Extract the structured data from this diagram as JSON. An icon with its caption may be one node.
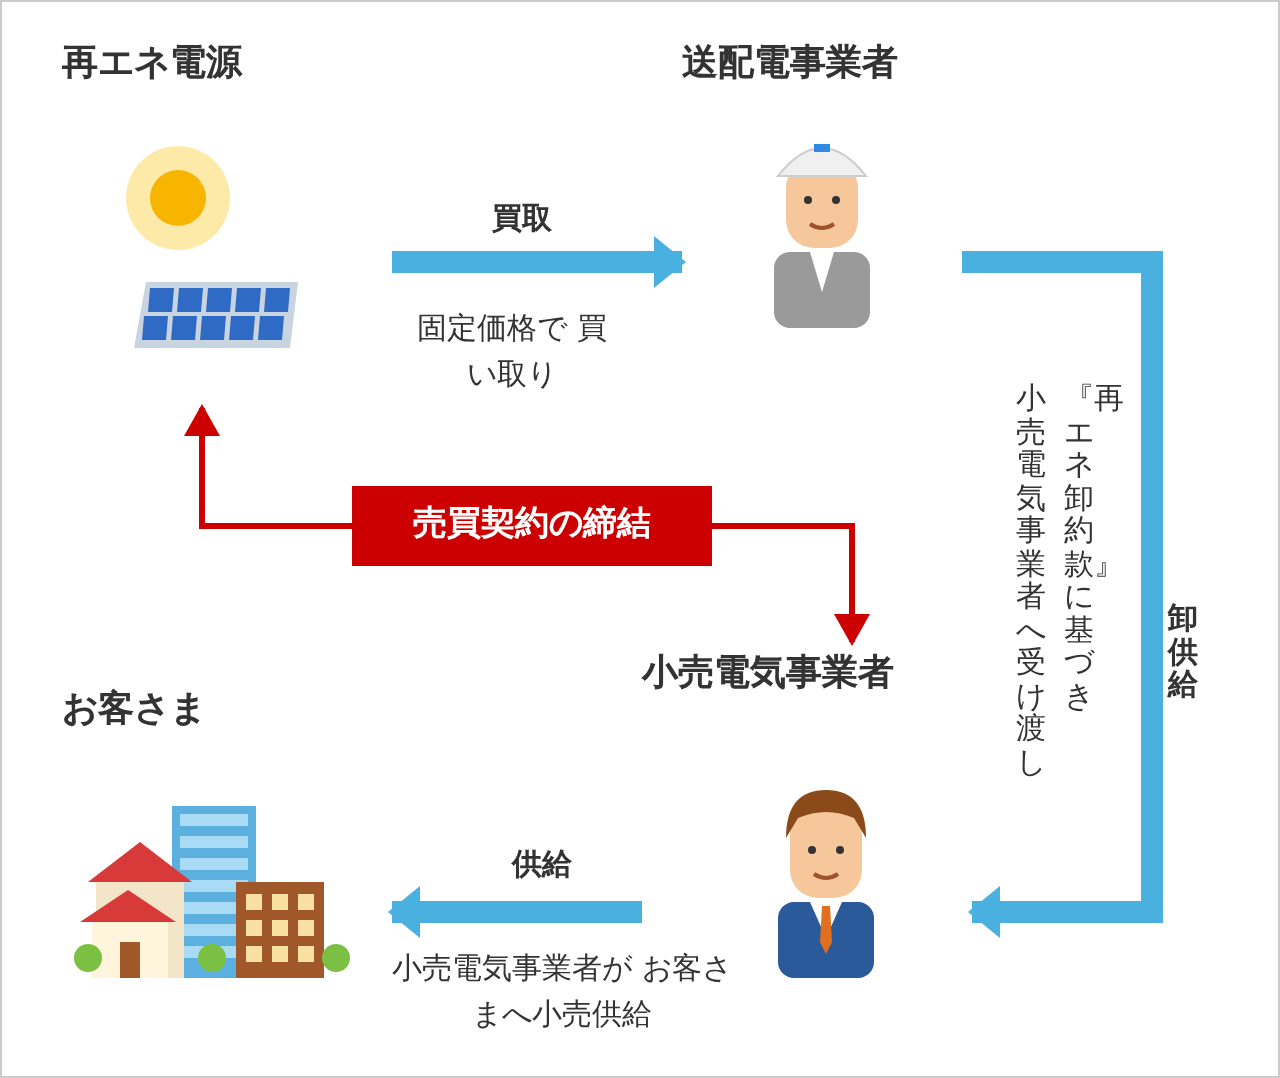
{
  "diagram": {
    "nodes": [
      {
        "text": [
          "再エネ電源"
        ]
      },
      {
        "text": [
          "送配電事業者"
        ]
      },
      {
        "text": [
          "小売電気事業者"
        ]
      },
      {
        "text": [
          "お客さま"
        ]
      },
      {
        "text": [
          "売買契約の締結"
        ]
      }
    ],
    "edges": [
      {
        "from": 0,
        "to": 1,
        "arrow": "to",
        "label": "買取"
      },
      {
        "from": 1,
        "to": 2,
        "arrow": "to",
        "label": "卸供給"
      },
      {
        "from": 2,
        "to": 3,
        "arrow": "to",
        "label": "供給"
      },
      {
        "from": 4,
        "to": 0,
        "arrow": "to",
        "color": "#cc0000"
      },
      {
        "from": 4,
        "to": 2,
        "arrow": "to",
        "color": "#cc0000"
      }
    ],
    "labels": [
      "固定価格で 買い取り",
      "『再エネ卸約款』に基づき",
      "小売電気事業者へ受け渡し",
      "小売電気事業者が お客さまへ小売供給"
    ]
  }
}
